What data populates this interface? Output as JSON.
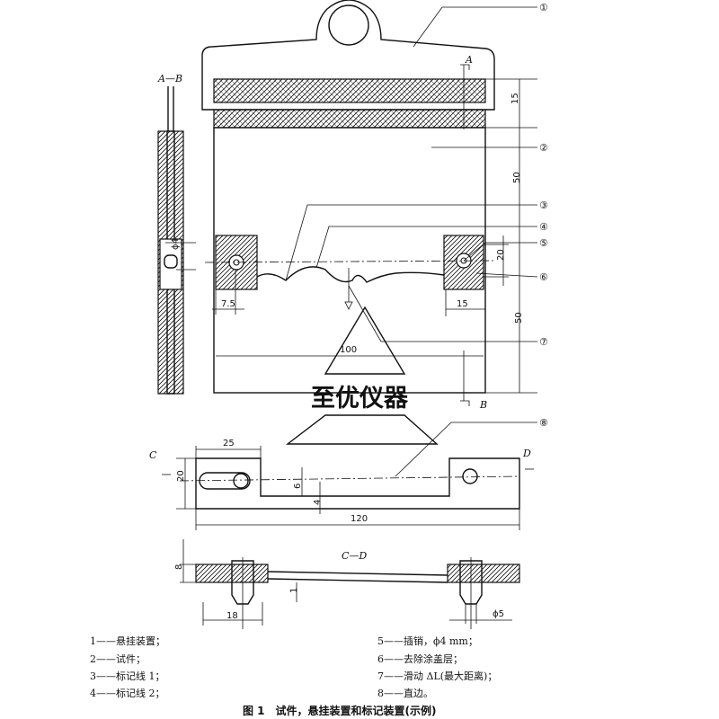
{
  "callouts": [
    "①",
    "②",
    "③",
    "④",
    "⑤",
    "⑥",
    "⑦",
    "⑧"
  ],
  "section_labels": {
    "a_b": "A—B",
    "a": "A",
    "b": "B",
    "c": "C",
    "d": "D",
    "c_d": "C—D"
  },
  "dimensions": {
    "top_15": "15",
    "upper_50": "50",
    "mark_20": "20",
    "lower_50": "50",
    "left_7_5": "7.5",
    "right_15": "15",
    "width_100": "100",
    "pin_phi4": "ϕ4",
    "slot_25": "25",
    "bar_20": "20",
    "bar_6": "6",
    "bar_4": "4",
    "bar_120": "120",
    "side_8": "8",
    "side_1": "1",
    "side_18": "18",
    "side_phi5": "ϕ5"
  },
  "watermark": "至优仪器",
  "legend": [
    "1——悬挂装置；",
    "2——试件；",
    "3——标记线 1；",
    "4——标记线 2；",
    "5——插销，ϕ4 mm；",
    "6——去除涂盖层；",
    "7——滑动 ΔL(最大距离)；",
    "8——直边。"
  ],
  "caption": "图 1　试件，悬挂装置和标记装置(示例)"
}
